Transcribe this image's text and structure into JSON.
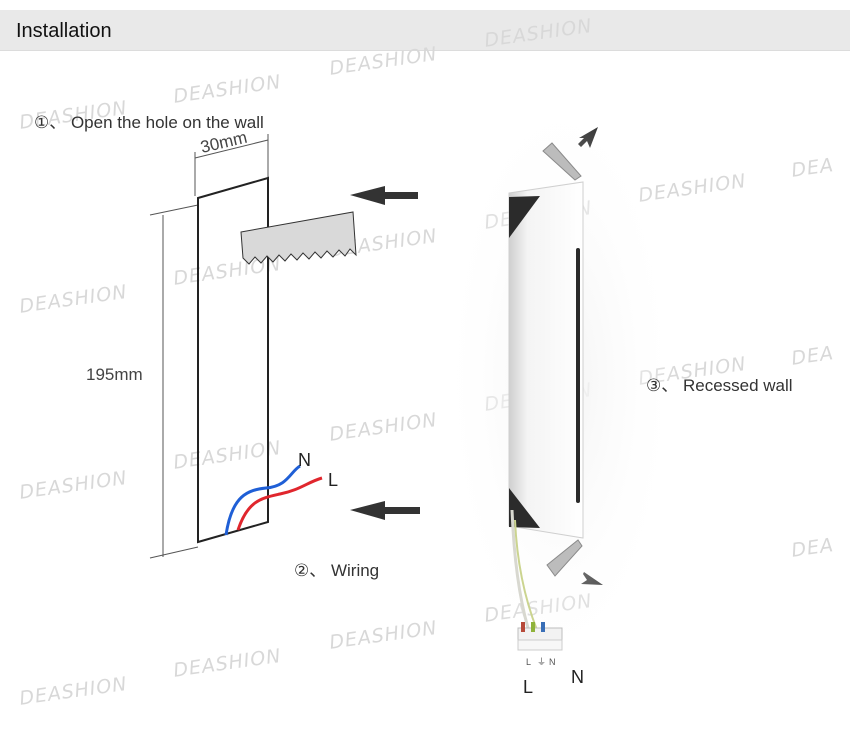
{
  "header": {
    "title": "Installation"
  },
  "watermark": "DEASHION",
  "watermark_partial": "DEA",
  "steps": {
    "step1": "①、 Open the hole on the wall",
    "step2": "②、 Wiring",
    "step3": "③、 Recessed wall"
  },
  "dimensions": {
    "width": "30mm",
    "height": "195mm"
  },
  "wires": {
    "neutral": "N",
    "live": "L"
  },
  "terminal_labels": {
    "l": "L",
    "earth": "⏚",
    "n": "N"
  },
  "colors": {
    "header_bg": "#e9e9e9",
    "wire_blue": "#1f5fd6",
    "wire_red": "#e0262d",
    "arrow": "#3a3a3a",
    "watermark": "#d8d8d8"
  }
}
